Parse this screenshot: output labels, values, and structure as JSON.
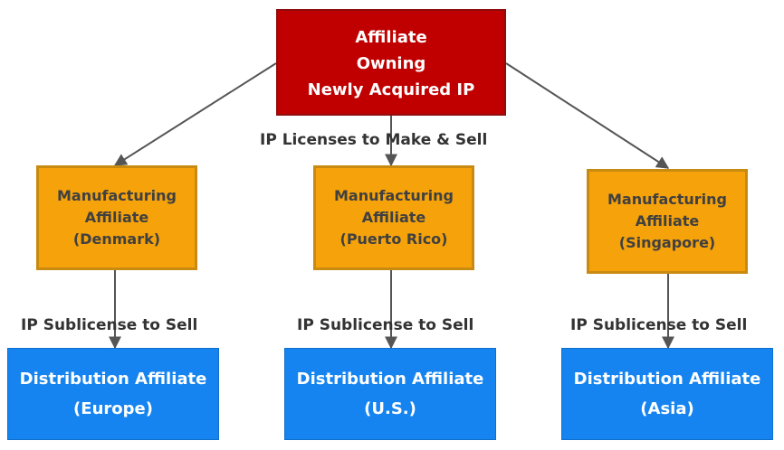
{
  "parent": {
    "lines": [
      "Affiliate",
      "Owning",
      "Newly Acquired IP"
    ]
  },
  "license_label": "IP Licenses to Make & Sell",
  "manufacturing": [
    {
      "lines": [
        "Manufacturing",
        "Affiliate",
        "(Denmark)"
      ]
    },
    {
      "lines": [
        "Manufacturing",
        "Affiliate",
        "(Puerto Rico)"
      ]
    },
    {
      "lines": [
        "Manufacturing",
        "Affiliate",
        "(Singapore)"
      ]
    }
  ],
  "sublicense_labels": [
    "IP Sublicense to Sell",
    "IP Sublicense to Sell",
    "IP Sublicense to Sell"
  ],
  "distribution": [
    {
      "lines": [
        "Distribution Affiliate",
        "(Europe)"
      ]
    },
    {
      "lines": [
        "Distribution Affiliate",
        "(U.S.)"
      ]
    },
    {
      "lines": [
        "Distribution Affiliate",
        "(Asia)"
      ]
    }
  ],
  "colors": {
    "parent_fill": "#c00000",
    "manufacturing_fill": "#f5a20b",
    "distribution_fill": "#1584f0",
    "arrow": "#555555"
  }
}
